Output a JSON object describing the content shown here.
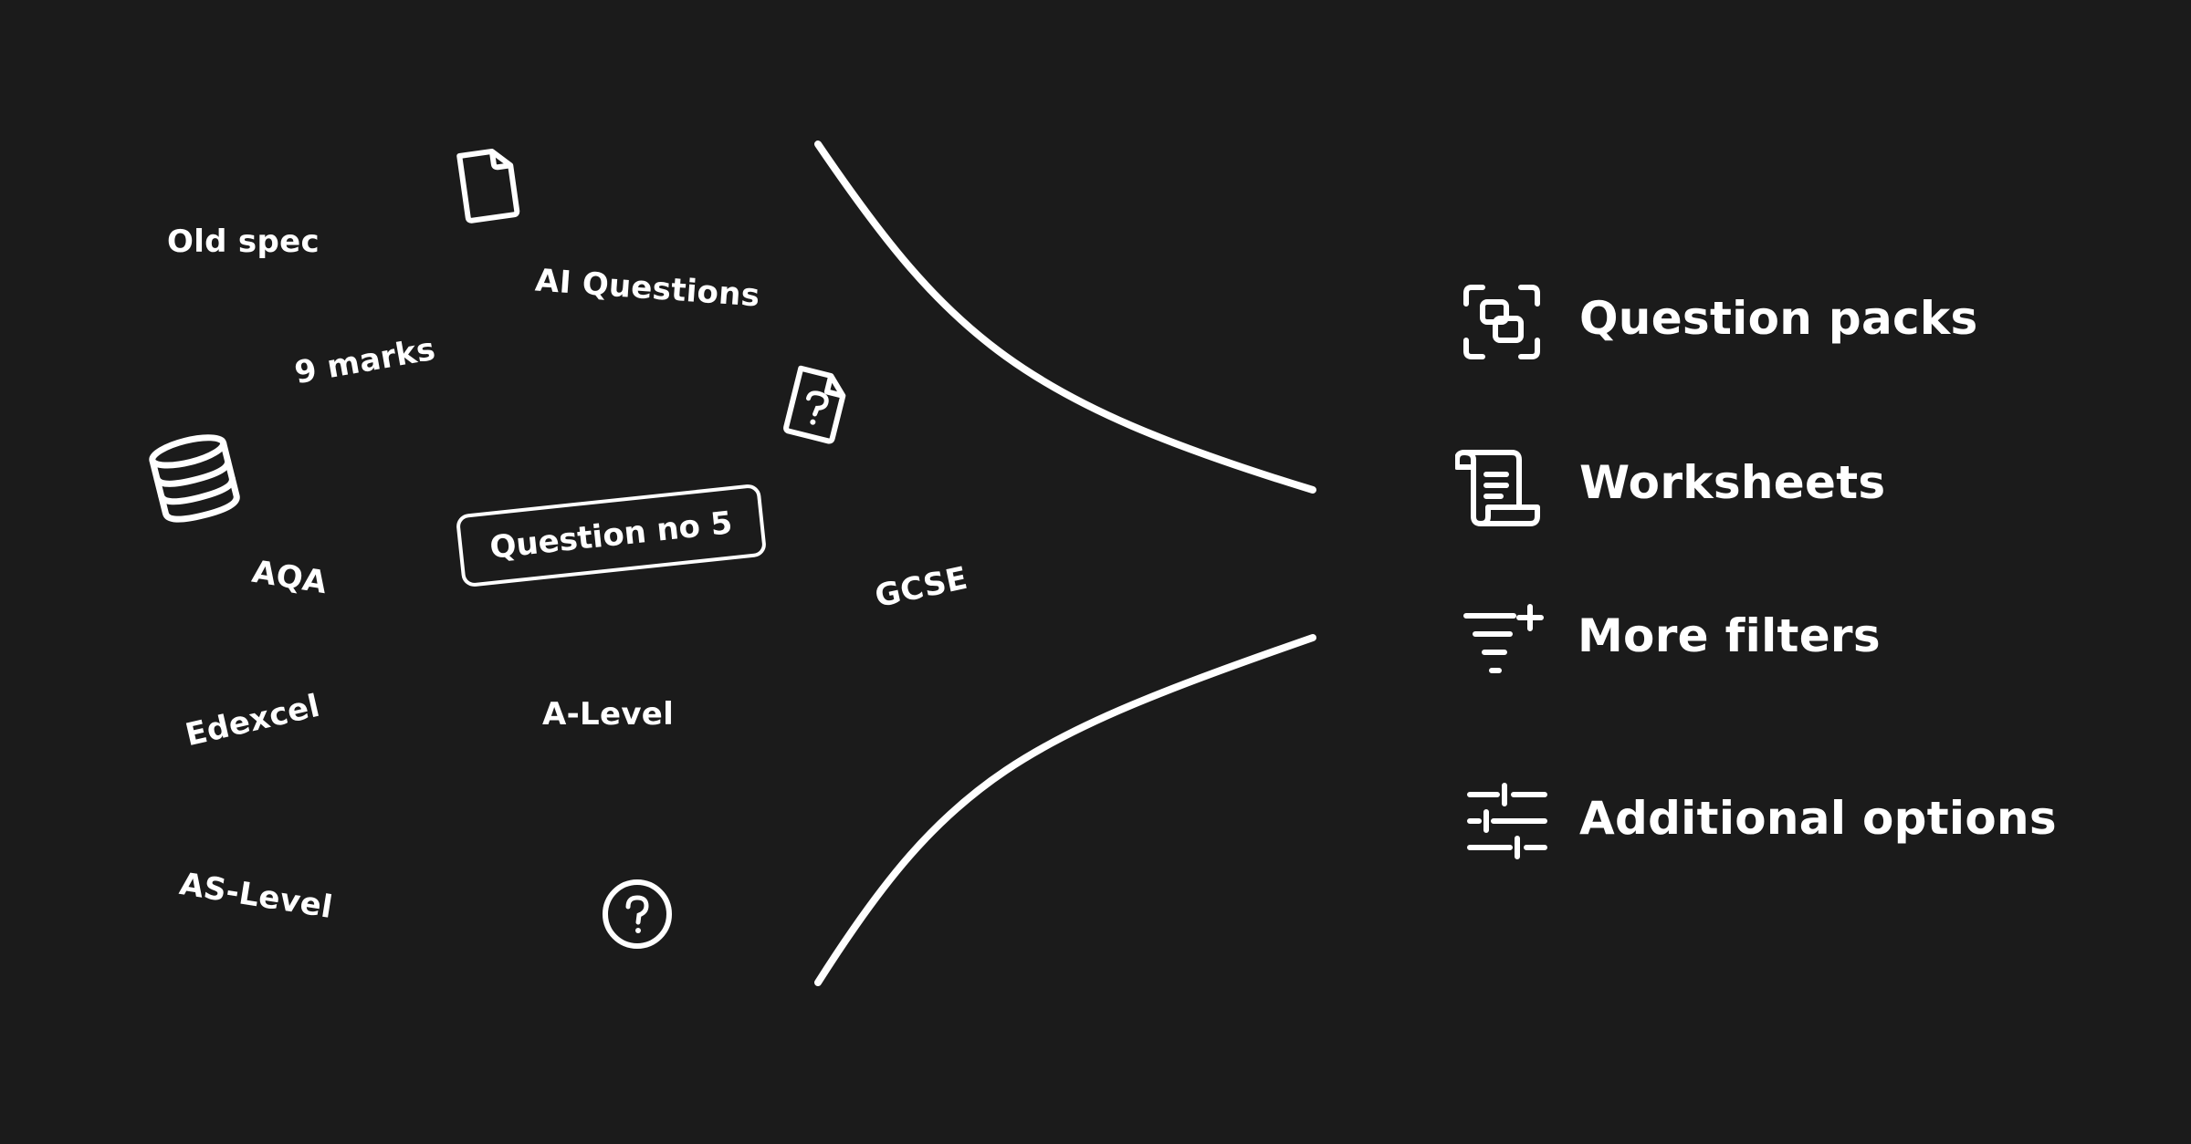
{
  "floating_tags": [
    {
      "label": "Old spec"
    },
    {
      "label": "AI Questions"
    },
    {
      "label": "9 marks"
    },
    {
      "label": "AQA"
    },
    {
      "label": "GCSE"
    },
    {
      "label": "Edexcel"
    },
    {
      "label": "A-Level"
    },
    {
      "label": "AS-Level"
    }
  ],
  "pill": {
    "label": "Question no 5"
  },
  "icons": {
    "document": "document-icon",
    "question_file": "question-file-icon",
    "database": "database-icon",
    "question_circle": "question-circle-icon"
  },
  "options": [
    {
      "label": "Question packs",
      "icon": "question-packs-icon"
    },
    {
      "label": "Worksheets",
      "icon": "worksheet-scroll-icon"
    },
    {
      "label": "More filters",
      "icon": "filter-plus-icon"
    },
    {
      "label": "Additional options",
      "icon": "sliders-icon"
    }
  ],
  "colors": {
    "background": "#1b1b1b",
    "foreground": "#ffffff"
  }
}
